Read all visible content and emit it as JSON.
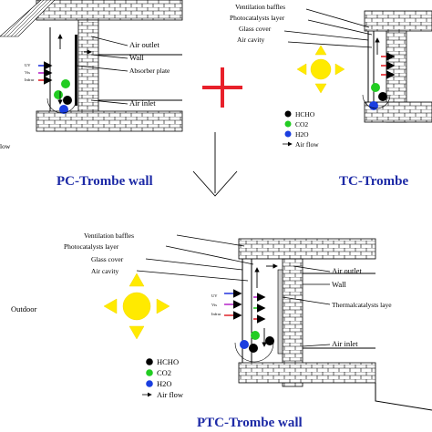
{
  "panels": {
    "pc": {
      "caption": "PC-Trombe wall",
      "labels": {
        "air_outlet": "Air outlet",
        "wall": "Wall",
        "absorber": "Absorber plate",
        "air_inlet": "Air inlet",
        "low": "low"
      },
      "uv_text": [
        "UV",
        "Vis",
        "Infrar"
      ]
    },
    "tc": {
      "caption": "TC-Trombe",
      "labels": {
        "baffles": "Ventilation baffles",
        "photocatalysts": "Photocatalysts layer",
        "glass": "Glass cover",
        "cavity": "Air cavity"
      },
      "legend": [
        {
          "name": "HCHO",
          "color": "#000000"
        },
        {
          "name": "CO2",
          "color": "#22cc22"
        },
        {
          "name": "H2O",
          "color": "#1a3ee0"
        },
        {
          "name": "Air flow",
          "color": "#000000"
        }
      ]
    },
    "ptc": {
      "caption": "PTC-Trombe wall",
      "labels": {
        "baffles": "Ventilation baffles",
        "photocatalysts": "Photocatalysts layer",
        "glass": "Glass cover",
        "cavity": "Air cavity",
        "outdoor": "Outdoor",
        "air_outlet": "Air outlet",
        "wall": "Wall",
        "thermal": "Thermalcatalysts laye",
        "air_inlet": "Air inlet"
      },
      "uv_text": [
        "UV",
        "Vis",
        "Infrar"
      ],
      "legend": [
        {
          "name": "HCHO",
          "color": "#000000"
        },
        {
          "name": "CO2",
          "color": "#22cc22"
        },
        {
          "name": "H2O",
          "color": "#1a3ee0"
        },
        {
          "name": "Air flow",
          "color": "#000000"
        }
      ]
    }
  },
  "operators": {
    "plus_color": "#e8202a",
    "sun_color": "#ffea00"
  }
}
